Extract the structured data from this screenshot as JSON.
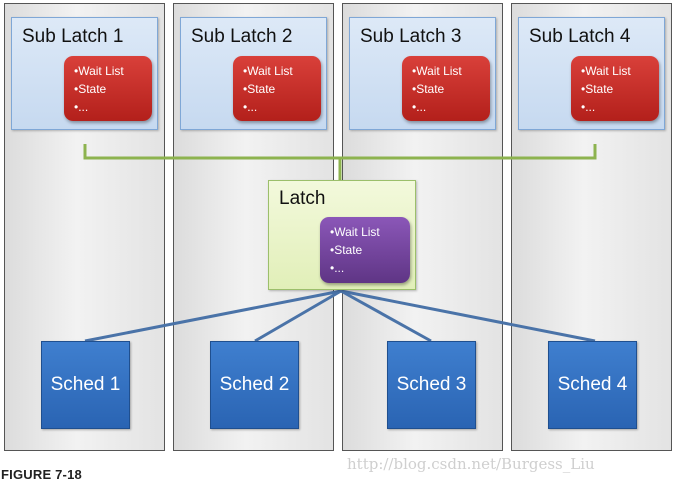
{
  "sub_latches": [
    {
      "title": "Sub Latch 1",
      "items": [
        "•Wait List",
        "•State",
        "•..."
      ]
    },
    {
      "title": "Sub Latch 2",
      "items": [
        "•Wait List",
        "•State",
        "•..."
      ]
    },
    {
      "title": "Sub Latch 3",
      "items": [
        "•Wait List",
        "•State",
        "•..."
      ]
    },
    {
      "title": "Sub Latch 4",
      "items": [
        "•Wait List",
        "•State",
        "•..."
      ]
    }
  ],
  "latch": {
    "title": "Latch",
    "items": [
      "•Wait List",
      "•State",
      "•..."
    ]
  },
  "scheds": [
    "Sched 1",
    "Sched 2",
    "Sched 3",
    "Sched 4"
  ],
  "caption": "FIGURE 7-18",
  "watermark": "http://blog.csdn.net/Burgess_Liu",
  "colors": {
    "sub_box": "#c6d9f0",
    "sub_info": "#c0302a",
    "latch_box": "#e9f3c9",
    "latch_info": "#70449c",
    "sched": "#2f6fc1",
    "connector_green": "#8db34f",
    "connector_blue": "#4a73a8"
  }
}
